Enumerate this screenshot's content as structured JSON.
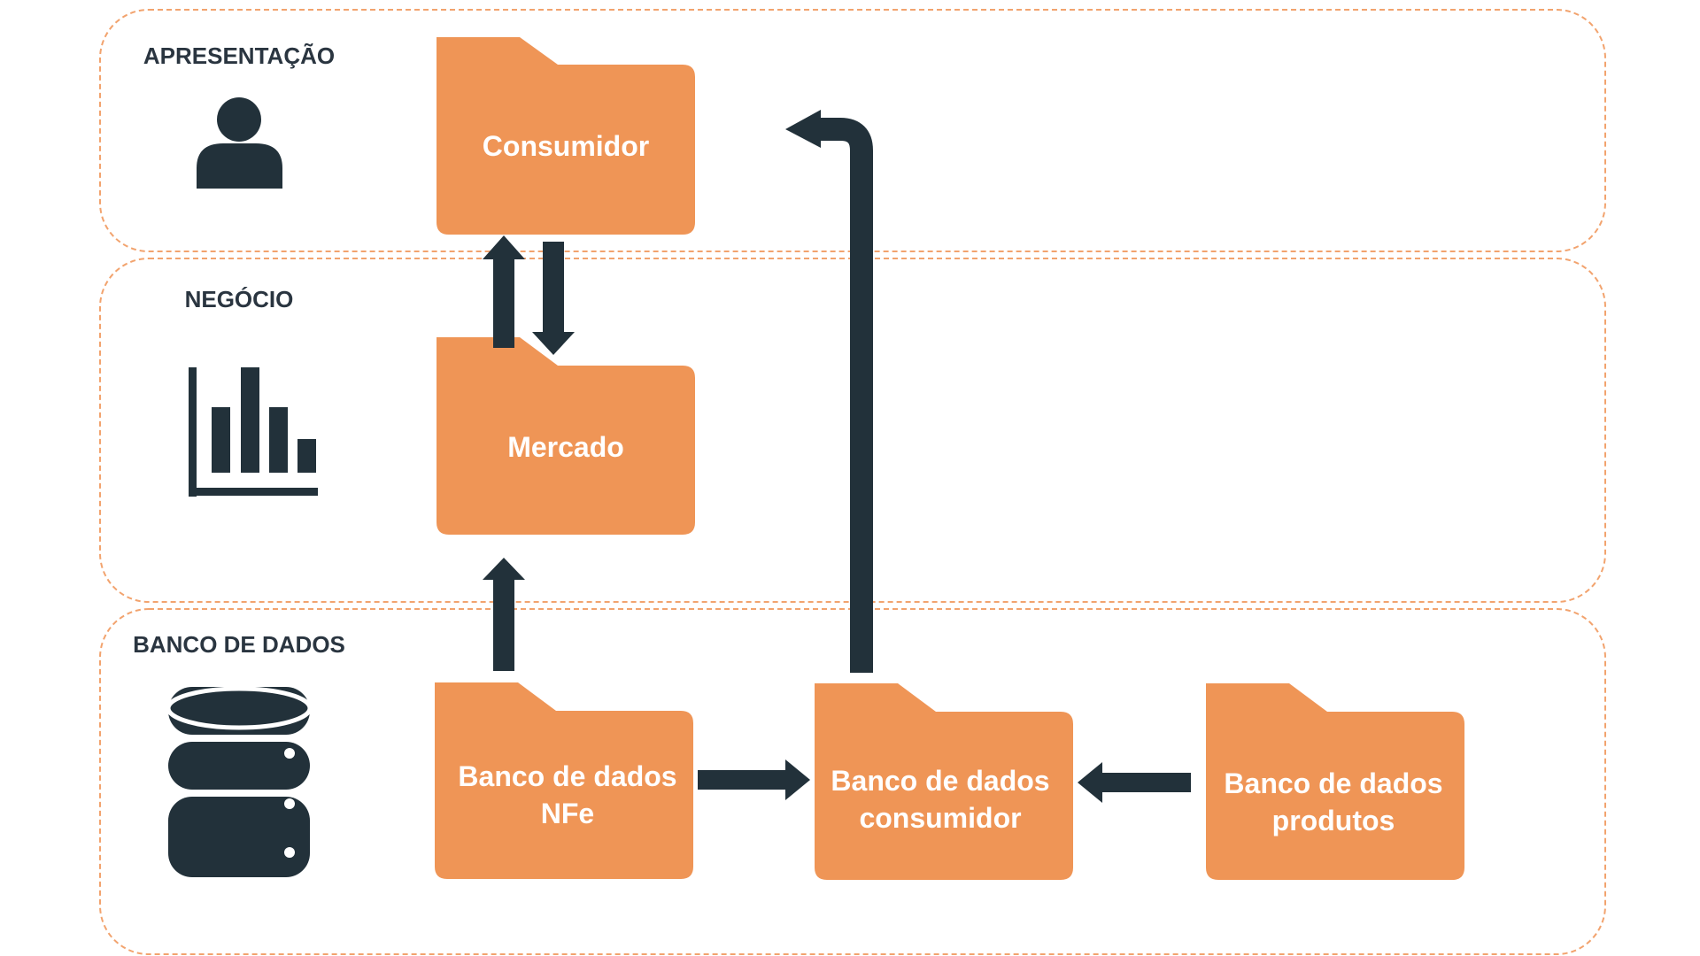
{
  "colors": {
    "folder_fill": "#EF9556",
    "layer_border": "#F2A36E",
    "dark": "#22313A",
    "text_light": "#FFFFFF"
  },
  "layers": [
    {
      "label": "APRESENTAÇÃO",
      "icon": "user-icon"
    },
    {
      "label": "NEGÓCIO",
      "icon": "bar-chart-icon"
    },
    {
      "label": "BANCO DE DADOS",
      "icon": "database-icon"
    }
  ],
  "folders": {
    "consumidor": {
      "lines": [
        "Consumidor"
      ]
    },
    "mercado": {
      "lines": [
        "Mercado"
      ]
    },
    "bd_nfe": {
      "lines": [
        "Banco de dados",
        "NFe"
      ]
    },
    "bd_consumidor": {
      "lines": [
        "Banco de dados",
        "consumidor"
      ]
    },
    "bd_produtos": {
      "lines": [
        "Banco de dados",
        "produtos"
      ]
    }
  }
}
